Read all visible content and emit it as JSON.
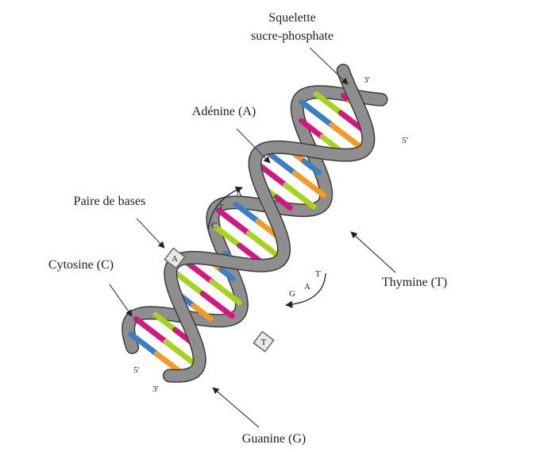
{
  "labels": {
    "backbone_line1": "Squelette",
    "backbone_line2": "sucre-phosphate",
    "adenine": "Adénine (A)",
    "base_pair": "Paire de bases",
    "cytosine": "Cytosine (C)",
    "thymine": "Thymine (T)",
    "guanine": "Guanine (G)"
  },
  "ends": {
    "top_3": "3'",
    "top_5": "5'",
    "bottom_5": "5'",
    "bottom_3": "3'"
  },
  "rotation_letters": {
    "upper": [
      "C",
      "T",
      "A"
    ],
    "lower": [
      "G",
      "A",
      "T"
    ]
  },
  "base_pair_box": {
    "left": "A",
    "right": "T"
  },
  "colors": {
    "A": "#a6d41e",
    "T": "#d4177f",
    "C": "#3a7ec6",
    "G": "#f59a24",
    "backbone": "#8e8e8e",
    "backbone_edge": "#3c3c3c"
  },
  "base_pairs": [
    "CG",
    "TA",
    "AT",
    "GC",
    "CG",
    "AT",
    "TA",
    "GC",
    "CG",
    "AT",
    "TA",
    "CG",
    "GC",
    "AT",
    "TA",
    "CG",
    "GC",
    "AT",
    "TA",
    "CG",
    "AT",
    "TA"
  ]
}
